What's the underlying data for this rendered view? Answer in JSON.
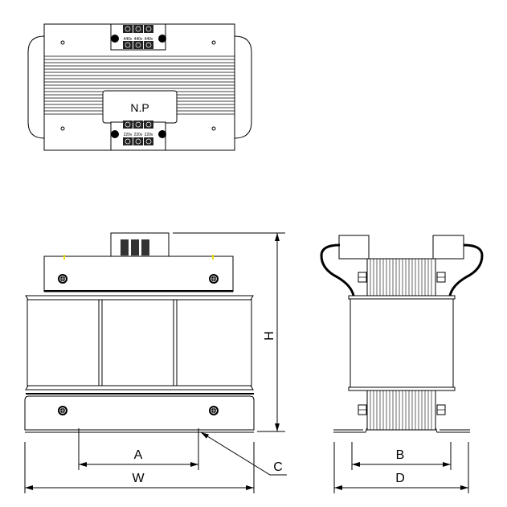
{
  "top_view": {
    "nameplate": "N.P",
    "top_terminals": [
      "440v",
      "440v",
      "440v"
    ],
    "bottom_terminals": [
      "220v",
      "220v",
      "220v"
    ]
  },
  "dimensions": {
    "height": "H",
    "mount_a": "A",
    "width": "W",
    "mount_hole": "C",
    "mount_b": "B",
    "depth": "D"
  },
  "colors": {
    "line": "#000000",
    "marker": "#e8e000"
  }
}
